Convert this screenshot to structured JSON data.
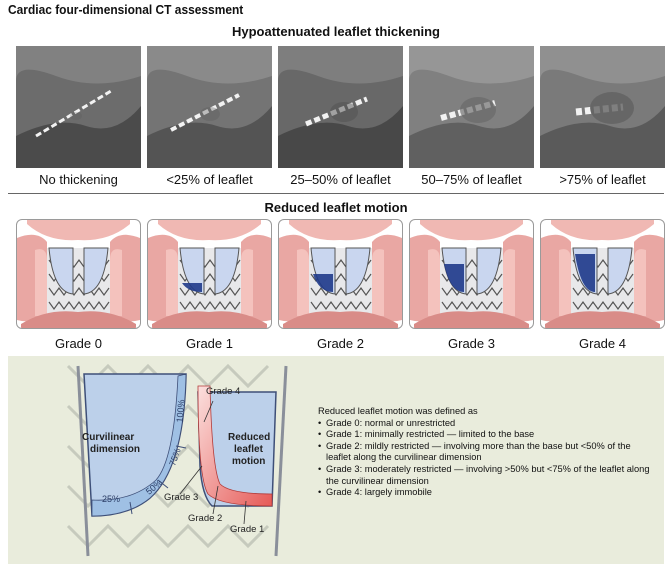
{
  "title": "Cardiac four-dimensional CT assessment",
  "thickening": {
    "heading": "Hypoattenuated leaflet thickening",
    "items": [
      {
        "label": "No thickening"
      },
      {
        "label": "<25% of leaflet"
      },
      {
        "label": "25–50% of leaflet"
      },
      {
        "label": "50–75% of leaflet"
      },
      {
        "label": ">75% of leaflet"
      }
    ]
  },
  "motion": {
    "heading": "Reduced leaflet motion",
    "grades": [
      {
        "label": "Grade 0",
        "restriction_fraction": 0
      },
      {
        "label": "Grade 1",
        "restriction_fraction": 0.1
      },
      {
        "label": "Grade 2",
        "restriction_fraction": 0.35
      },
      {
        "label": "Grade 3",
        "restriction_fraction": 0.65
      },
      {
        "label": "Grade 4",
        "restriction_fraction": 0.95
      }
    ]
  },
  "diagram": {
    "curvilinear_label_1": "Curvilinear",
    "curvilinear_label_2": "dimension",
    "reduced_label_1": "Reduced",
    "reduced_label_2": "leaflet",
    "reduced_label_3": "motion",
    "ticks": [
      "25%",
      "50%",
      "75%",
      "100%"
    ],
    "grade_labels": [
      "Grade 4",
      "Grade 3",
      "Grade 2",
      "Grade 1"
    ],
    "colors": {
      "leaflet_fill": "#bcd0ea",
      "tick_band": "#9fc0e4",
      "motion_light": "#f6c7c4",
      "motion_dark": "#e65a57",
      "scaffold": "#c8ccc0"
    }
  },
  "definitions": {
    "intro": "Reduced leaflet motion was defined as",
    "items": [
      "Grade 0: normal or unrestricted",
      "Grade 1: minimally restricted — limited to the base",
      "Grade 2: mildly restricted — involving more than the base but <50% of the leaflet along the curvilinear dimension",
      "Grade 3: moderately restricted — involving >50% but <75% of the leaflet along the curvilinear dimension",
      "Grade 4: largely immobile"
    ]
  }
}
